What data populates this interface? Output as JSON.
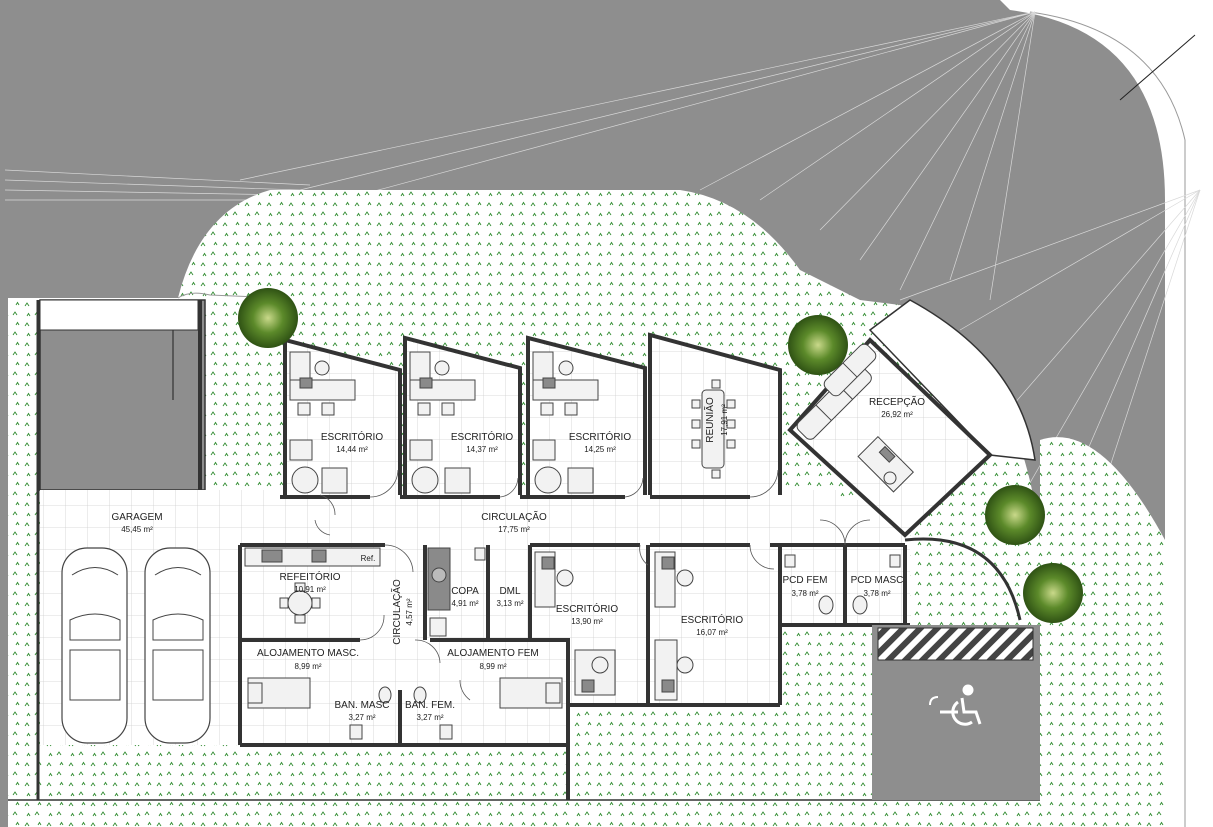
{
  "colors": {
    "road": "#8e8e8e",
    "grass": "#ffffff",
    "grass_mark": "#2e8b2e",
    "floor": "#ffffff",
    "floor_grid": "#cfcfcf",
    "wall": "#333333",
    "tree": "#3f6b1e"
  },
  "rooms": {
    "escritorio1": {
      "name": "ESCRITÓRIO",
      "area": "14,44 m²"
    },
    "escritorio2": {
      "name": "ESCRITÓRIO",
      "area": "14,37 m²"
    },
    "escritorio3": {
      "name": "ESCRITÓRIO",
      "area": "14,25 m²"
    },
    "reuniao": {
      "name": "REUNIÃO",
      "area": "17,91 m²"
    },
    "recepcao": {
      "name": "RECEPÇÃO",
      "area": "26,92 m²"
    },
    "garagem": {
      "name": "GARAGEM",
      "area": "45,45 m²"
    },
    "circulacao": {
      "name": "CIRCULAÇÃO",
      "area": "17,75 m²"
    },
    "refeitorio": {
      "name": "REFEITÓRIO",
      "area": "10,91 m²"
    },
    "circulacao2": {
      "name": "CIRCULAÇÃO",
      "area": "4,57 m²"
    },
    "copa": {
      "name": "COPA",
      "area": "4,91 m²"
    },
    "dml": {
      "name": "DML",
      "area": "3,13 m²"
    },
    "escritorio4": {
      "name": "ESCRITÓRIO",
      "area": "13,90 m²"
    },
    "escritorio5": {
      "name": "ESCRITÓRIO",
      "area": "16,07 m²"
    },
    "pcd_fem": {
      "name": "PCD FEM",
      "area": "3,78 m²"
    },
    "pcd_masc": {
      "name": "PCD MASC",
      "area": "3,78 m²"
    },
    "alojamento_masc": {
      "name": "ALOJAMENTO MASC.",
      "area": "8,99 m²"
    },
    "alojamento_fem": {
      "name": "ALOJAMENTO FEM",
      "area": "8,99 m²"
    },
    "ban_masc": {
      "name": "BAN. MASC",
      "area": "3,27 m²"
    },
    "ban_fem": {
      "name": "BAN. FEM.",
      "area": "3,27 m²"
    }
  },
  "fixtures": {
    "fridge_label": "Ref."
  },
  "icons": [
    "accessibility-icon",
    "tree-icon",
    "car-icon",
    "chair-icon",
    "toilet-icon"
  ]
}
